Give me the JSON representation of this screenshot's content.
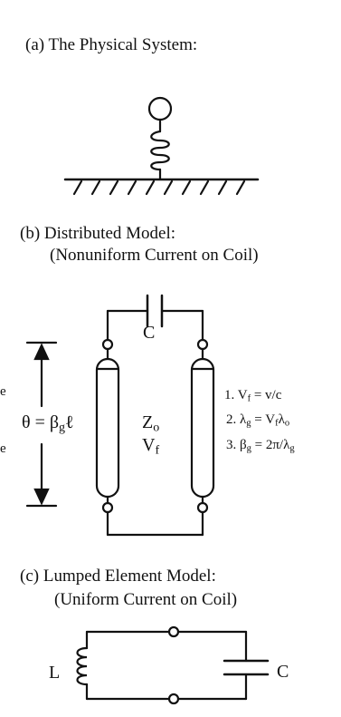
{
  "section_a": {
    "heading": "(a) The Physical System:"
  },
  "section_b": {
    "heading": "(b) Distributed Model:",
    "subheading": "(Nonuniform Current on Coil)",
    "capacitor_label": "C",
    "theta_label": "θ = β",
    "theta_sub": "g",
    "theta_tail": "ℓ",
    "impedance_label": "Z",
    "impedance_sub": "o",
    "velocity_label": "V",
    "velocity_sub": "f",
    "equations": [
      {
        "num": "1.",
        "lhs": "V",
        "lhs_sub": "f",
        "rhs": " = v/c",
        "rhs_sub": ""
      },
      {
        "num": "2.",
        "lhs": "λ",
        "lhs_sub": "g",
        "rhs": " = V",
        "rhs_sub": "f",
        "tail": "λ",
        "tail_sub": "o"
      },
      {
        "num": "3.",
        "lhs": "β",
        "lhs_sub": "g",
        "rhs": " = 2π/λ",
        "rhs_sub": "g"
      }
    ],
    "margin_marks": [
      "e",
      "e"
    ]
  },
  "section_c": {
    "heading": "(c) Lumped Element Model:",
    "subheading": "(Uniform Current on Coil)",
    "inductor_label": "L",
    "capacitor_label": "C"
  }
}
